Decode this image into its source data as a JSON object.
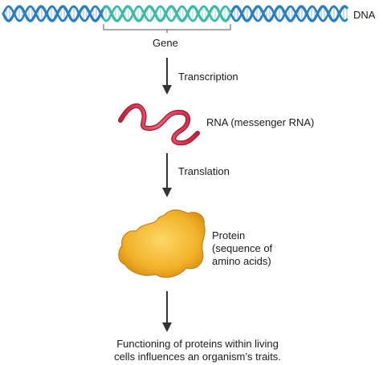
{
  "labels": {
    "dna": "DNA",
    "gene": "Gene",
    "transcription": "Transcription",
    "rna": "RNA (messenger RNA)",
    "translation": "Translation",
    "protein_lines": [
      "Protein",
      "(sequence of",
      "amino acids)"
    ],
    "conclusion_lines": [
      "Functioning of proteins within living",
      "cells influences an organism’s traits."
    ]
  },
  "colors": {
    "dna_strand": "#2a7fbf",
    "gene_strand": "#3fb9a8",
    "rna": "#e8445a",
    "protein": "#f2b22a",
    "arrow": "#333333"
  },
  "icons": {
    "dna": "double-helix",
    "rna": "single-strand-ribbon",
    "protein": "folded-blob"
  }
}
